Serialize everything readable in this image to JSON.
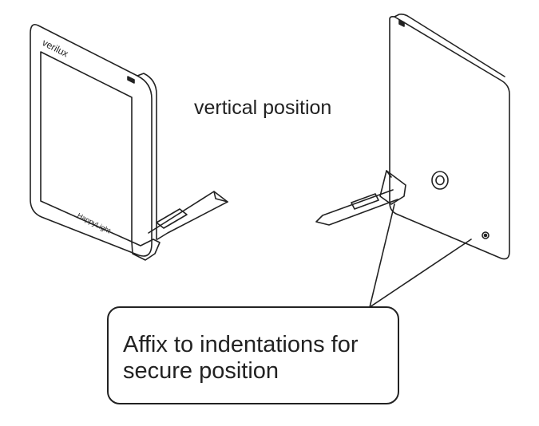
{
  "labels": {
    "position": "vertical position",
    "callout_line1": "Affix to indentations for",
    "callout_line2": "secure position"
  },
  "device": {
    "brand": "verilux",
    "model": "HappyLight"
  },
  "colors": {
    "stroke": "#222222",
    "background": "#ffffff"
  }
}
